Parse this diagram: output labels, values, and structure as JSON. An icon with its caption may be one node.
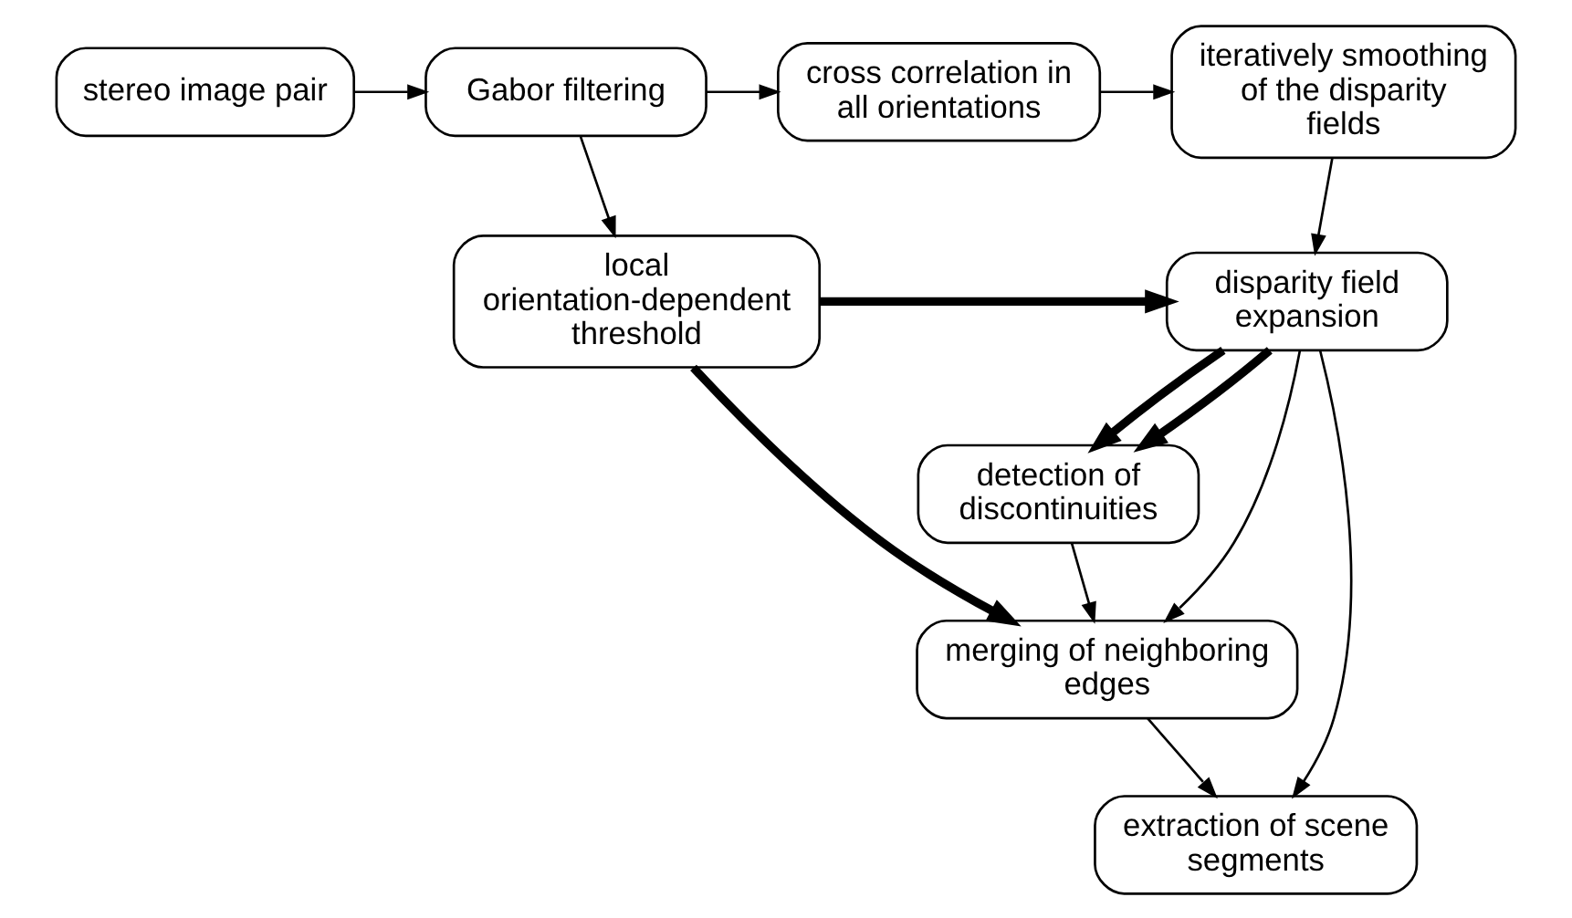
{
  "diagram": {
    "nodes": [
      {
        "text": [
          "stereo image pair"
        ]
      },
      {
        "text": [
          "Gabor filtering"
        ]
      },
      {
        "text": [
          "cross correlation in all orientations"
        ]
      },
      {
        "text": [
          "iteratively smoothing of the disparity fields"
        ]
      },
      {
        "text": [
          "local orientation-dependent threshold"
        ]
      },
      {
        "text": [
          "disparity field expansion"
        ]
      },
      {
        "text": [
          "detection of discontinuities"
        ]
      },
      {
        "text": [
          "merging of neighboring edges"
        ]
      },
      {
        "text": [
          "extraction of scene segments"
        ]
      }
    ],
    "edges": [
      {
        "from": 0,
        "to": 1,
        "arrow": "to"
      },
      {
        "from": 1,
        "to": 2,
        "arrow": "to"
      },
      {
        "from": 2,
        "to": 3,
        "arrow": "to"
      },
      {
        "from": 1,
        "to": 4,
        "arrow": "to"
      },
      {
        "from": 3,
        "to": 5,
        "arrow": "to"
      },
      {
        "from": 4,
        "to": 5,
        "arrow": "to",
        "style": "thick"
      },
      {
        "from": 4,
        "to": 7,
        "arrow": "to",
        "style": "thick"
      },
      {
        "from": 5,
        "to": 6,
        "arrow": "to",
        "style": "thick"
      },
      {
        "from": 5,
        "to": 6,
        "arrow": "to",
        "style": "thick"
      },
      {
        "from": 5,
        "to": 7,
        "arrow": "to"
      },
      {
        "from": 5,
        "to": 8,
        "arrow": "to"
      },
      {
        "from": 6,
        "to": 7,
        "arrow": "to"
      },
      {
        "from": 7,
        "to": 8,
        "arrow": "to"
      }
    ]
  }
}
